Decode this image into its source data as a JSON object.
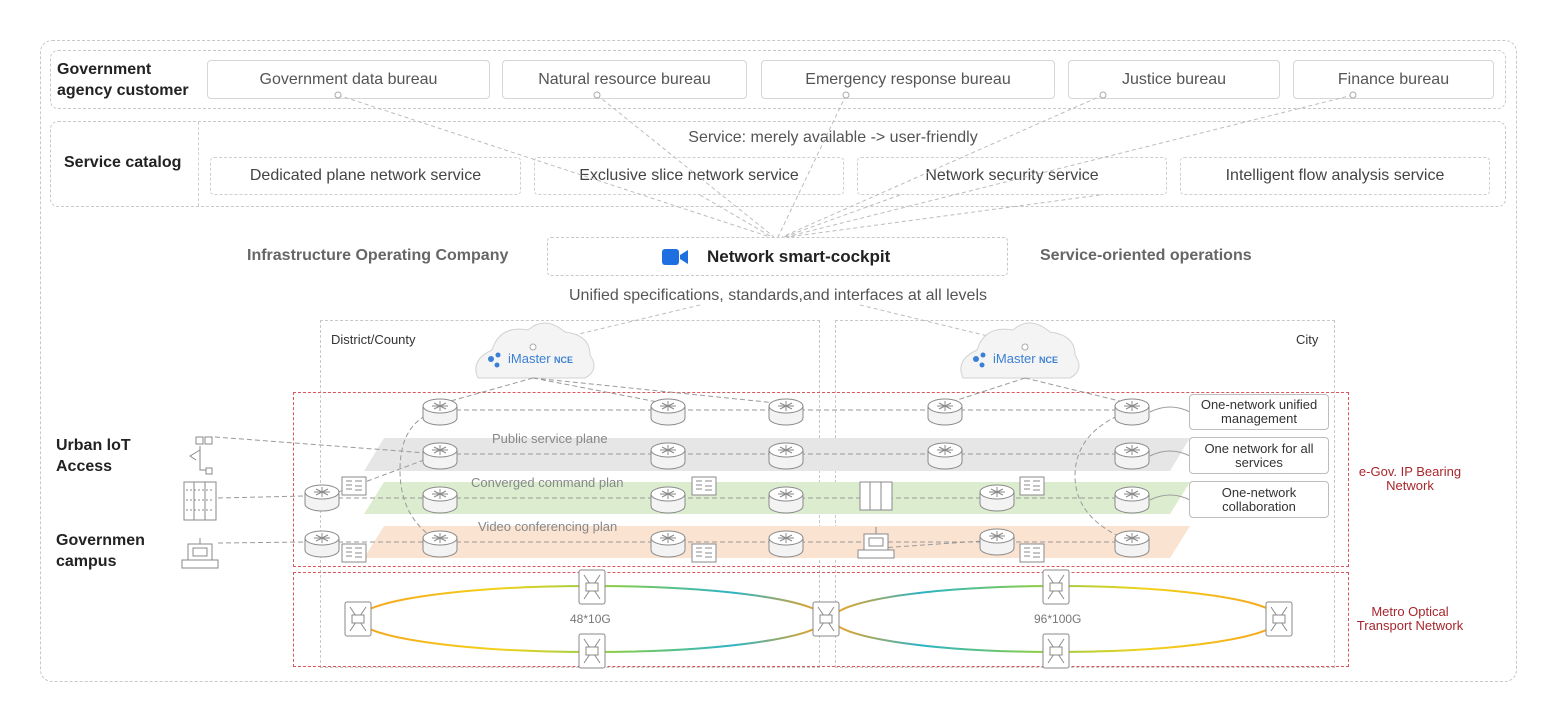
{
  "top": {
    "customer_label": "Government agency customer",
    "bureaus": [
      "Government data bureau",
      "Natural resource bureau",
      "Emergency response bureau",
      "Justice bureau",
      "Finance bureau"
    ]
  },
  "catalog": {
    "label": "Service catalog",
    "headline": "Service: merely available -> user-friendly",
    "services": [
      "Dedicated plane network service",
      "Exclusive slice network service",
      "Network security service",
      "Intelligent flow analysis service"
    ]
  },
  "middle": {
    "left_label": "Infrastructure Operating Company",
    "cockpit_title": "Network smart-cockpit",
    "right_label": "Service-oriented operations",
    "unified_text": "Unified specifications, standards,and interfaces at all levels"
  },
  "regions": {
    "left": "District/County",
    "right": "City",
    "cloud_brand": "iMaster",
    "cloud_sub": "NCE"
  },
  "left_labels": {
    "iot": "Urban loT Access",
    "campus": "Governmen campus"
  },
  "planes": [
    "Public service plane",
    "Converged command plan",
    "Video conferencing plan"
  ],
  "right_boxes": [
    "One-network unified management",
    "One network for all services",
    "One-network collaboration"
  ],
  "network_labels": {
    "ip": "e-Gov. IP Bearing Network",
    "otn": "Metro Optical Transport Network"
  },
  "otn": {
    "left_capacity": "48*10G",
    "right_capacity": "96*100G"
  },
  "colors": {
    "red": "#a7262c",
    "accent_blue": "#1e6fe0",
    "public_plane": "#e6e6e6",
    "command_plane": "#dcedcf",
    "video_plane": "#fbe3d1"
  }
}
